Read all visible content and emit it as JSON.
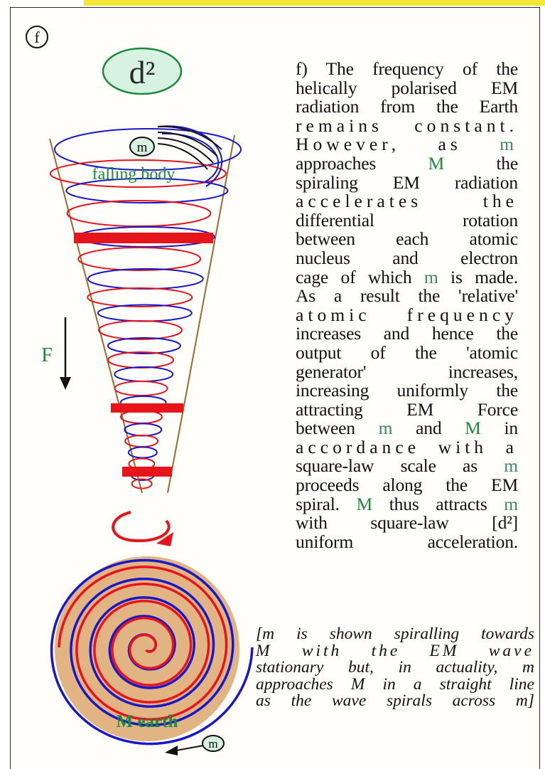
{
  "panel_label": "f",
  "d_squared_label": "d²",
  "m_label": "m",
  "falling_body_label": "falling body",
  "force_label": "F",
  "earth_label": "M earth",
  "m_bottom_label": "m",
  "paragraph_lines": [
    "f) The frequency of the",
    "helically polarised EM",
    "radiation from the Earth",
    "remains constant.",
    "However, as m",
    "approaches M the",
    "spiraling EM radiation",
    "accelerates the",
    "differential rotation",
    "between each atomic",
    "nucleus and electron",
    "cage of which m is made.",
    "As a result the 'relative'",
    "atomic frequency",
    "increases and hence the",
    "output of the 'atomic",
    "generator' increases,",
    "increasing uniformly the",
    "attracting EM Force",
    "between m and M in",
    "accordance with a",
    "square-law scale as m",
    "proceeds along the EM",
    "spiral. M thus attracts m",
    "with square-law [d²]",
    "uniform acceleration."
  ],
  "note_lines": [
    "[m is shown spiralling towards",
    "M with the EM wave",
    "stationary but, in actuality, m",
    "approaches M in a straight line",
    "as the wave spirals across m]"
  ],
  "colors": {
    "red_wave": "#e8141b",
    "blue_wave": "#1818c8",
    "earth": "#e2b483",
    "label_green": "#1b8a3a",
    "badge_fill": "#d8f2e2",
    "frame_accent": "#f6e63a"
  }
}
